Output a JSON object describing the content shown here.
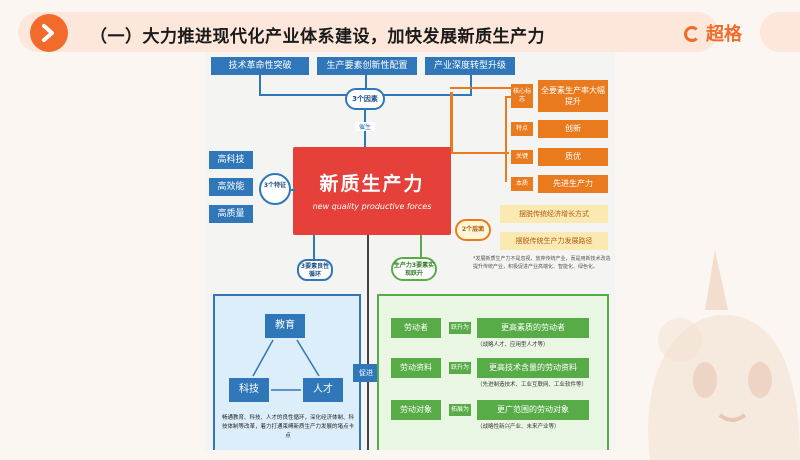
{
  "header": {
    "title": "（一）大力推进现代化产业体系建设，加快发展新质生产力",
    "brand": "超格"
  },
  "diagram": {
    "top_boxes": [
      "技术革命性突破",
      "生产要素创新性配置",
      "产业深度转型升级"
    ],
    "top_circle": "3个因素",
    "catalyze": "催生",
    "center": {
      "cn": "新质生产力",
      "en": "new quality productive forces"
    },
    "left_traits": [
      "高科技",
      "高效能",
      "高质量"
    ],
    "left_circle": "3个特征",
    "right_side": {
      "core_tag": "核心标志",
      "core_value": "全要素生产率大幅提升",
      "rows": [
        {
          "tag": "特点",
          "value": "创新"
        },
        {
          "tag": "关键",
          "value": "质优"
        },
        {
          "tag": "本质",
          "value": "先进生产力"
        }
      ]
    },
    "two_layers": {
      "circle": "2个层面",
      "items": [
        "摆脱传统经济增长方式",
        "摆脱传统生产力发展路径"
      ]
    },
    "note": "*发展新质生产力不是忽视、放弃传统产业，而是用新技术改造提升传统产业，积极促进产业高端化、智能化、绿色化。",
    "left_panel": {
      "header": "3要素良性循环",
      "nodes": [
        "教育",
        "科技",
        "人才"
      ],
      "caption": "畅通教育、科技、人才的良性循环，深化经济体制、科技体制等改革，着力打通束缚新质生产力发展的堵点卡点"
    },
    "promote": "促进",
    "right_panel": {
      "header": "生产力3要素实现跃升",
      "rows": [
        {
          "label": "劳动者",
          "tag": "跃升为",
          "result": "更高素质的劳动者",
          "sub": "（战略人才、应用型人才等）"
        },
        {
          "label": "劳动资料",
          "tag": "跃升为",
          "result": "更高技术含量的劳动资料",
          "sub": "（先进制造技术、工业互联网、工业软件等）"
        },
        {
          "label": "劳动对象",
          "tag": "拓展为",
          "result": "更广范围的劳动对象",
          "sub": "（战略性新兴产业、未来产业等）"
        }
      ]
    }
  }
}
